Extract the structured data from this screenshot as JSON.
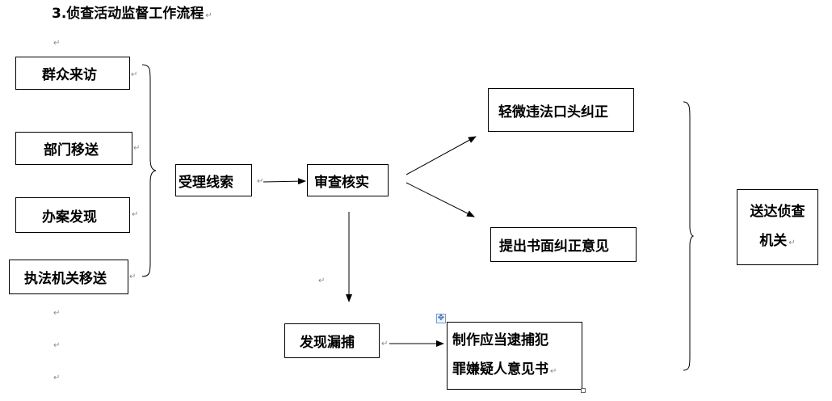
{
  "title": "3.侦查活动监督工作流程",
  "para_mark": "↵",
  "sources": [
    "群众来访",
    "部门移送",
    "办案发现",
    "执法机关移送"
  ],
  "receive": "受理线索",
  "review": "审查核实",
  "minor": "轻微违法口头纠正",
  "written": "提出书面纠正意见",
  "missed": "发现漏捕",
  "arrest_line1": "制作应当逮捕犯",
  "arrest_line2": "罪嫌疑人意见书",
  "deliver_line1": "送达侦查",
  "deliver_line2": "机关",
  "icons": {
    "table_handle": "move-handle-icon"
  }
}
